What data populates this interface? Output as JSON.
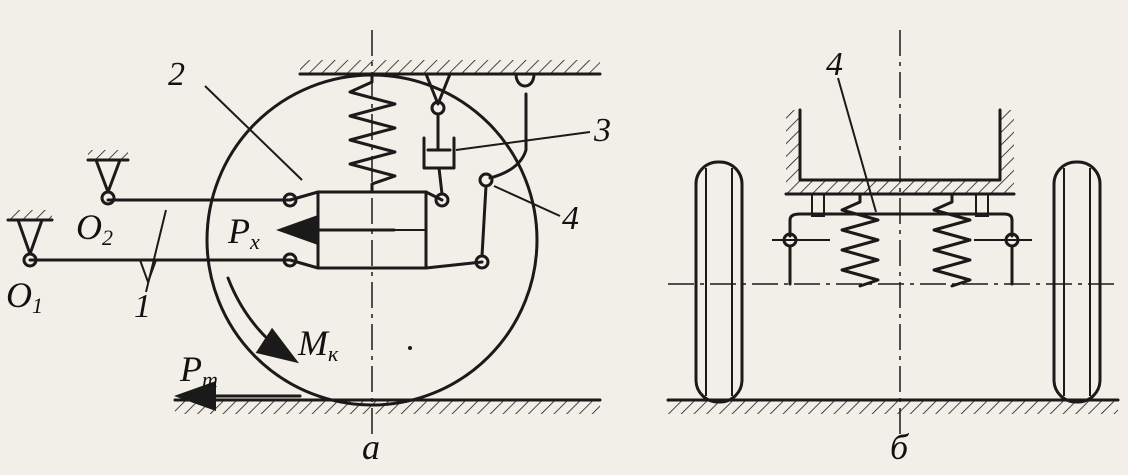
{
  "labels": {
    "part_1": "1",
    "part_2": "2",
    "part_3": "3",
    "part_4_a": "4",
    "part_4_b": "4",
    "o1_letter": "O",
    "o1_sub": "1",
    "o2_letter": "O",
    "o2_sub": "2",
    "px_letter": "P",
    "px_sub": "x",
    "mk_letter": "M",
    "mk_sub": "к",
    "pt_letter": "P",
    "pt_sub": "т",
    "caption_a": "а",
    "caption_b": "б"
  }
}
